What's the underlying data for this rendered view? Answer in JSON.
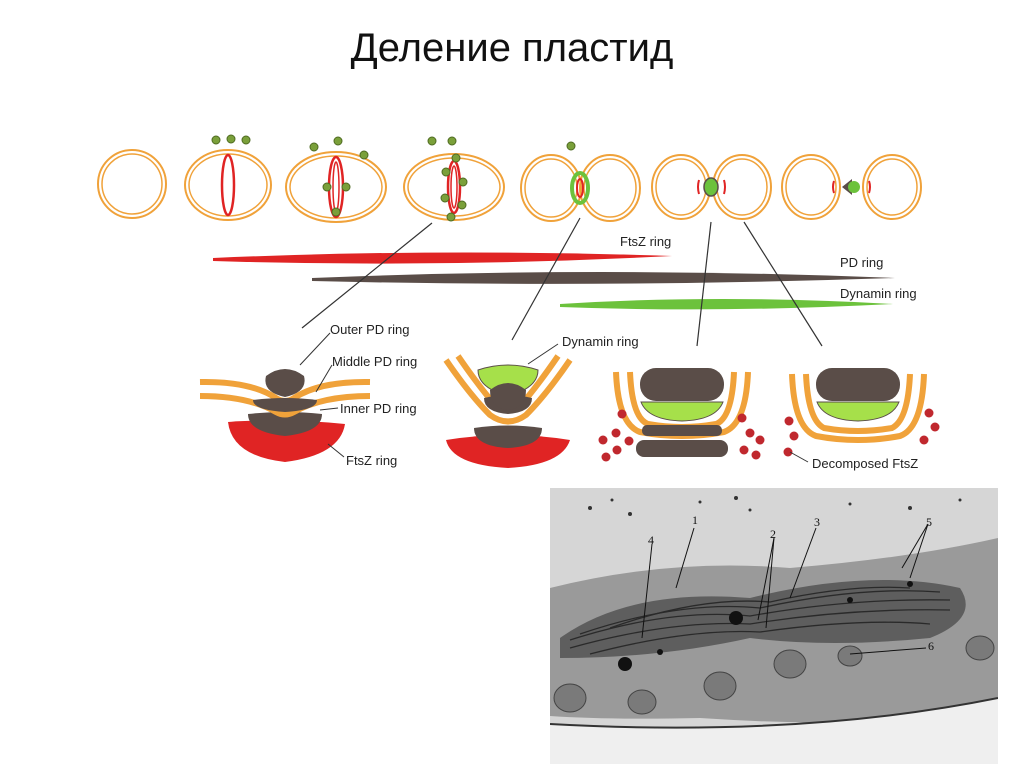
{
  "slide": {
    "title": "Деление пластид"
  },
  "timeline_labels": {
    "ftsz": "FtsZ ring",
    "pd": "PD ring",
    "dynamin": "Dynamin ring"
  },
  "detail_labels": {
    "outer_pd": "Outer PD ring",
    "middle_pd": "Middle PD ring",
    "inner_pd": "Inner PD ring",
    "ftsz": "FtsZ ring",
    "dynamin": "Dynamin ring",
    "decomposed": "Decomposed FtsZ"
  },
  "micrograph_labels": [
    "1",
    "2",
    "3",
    "4",
    "5",
    "6"
  ],
  "colors": {
    "membrane": "#f0a23a",
    "ftsz": "#e02424",
    "pd": "#5a4d48",
    "dynamin": "#6cc23c",
    "granule": "#7aa03a",
    "decomposed": "#c0282e"
  }
}
